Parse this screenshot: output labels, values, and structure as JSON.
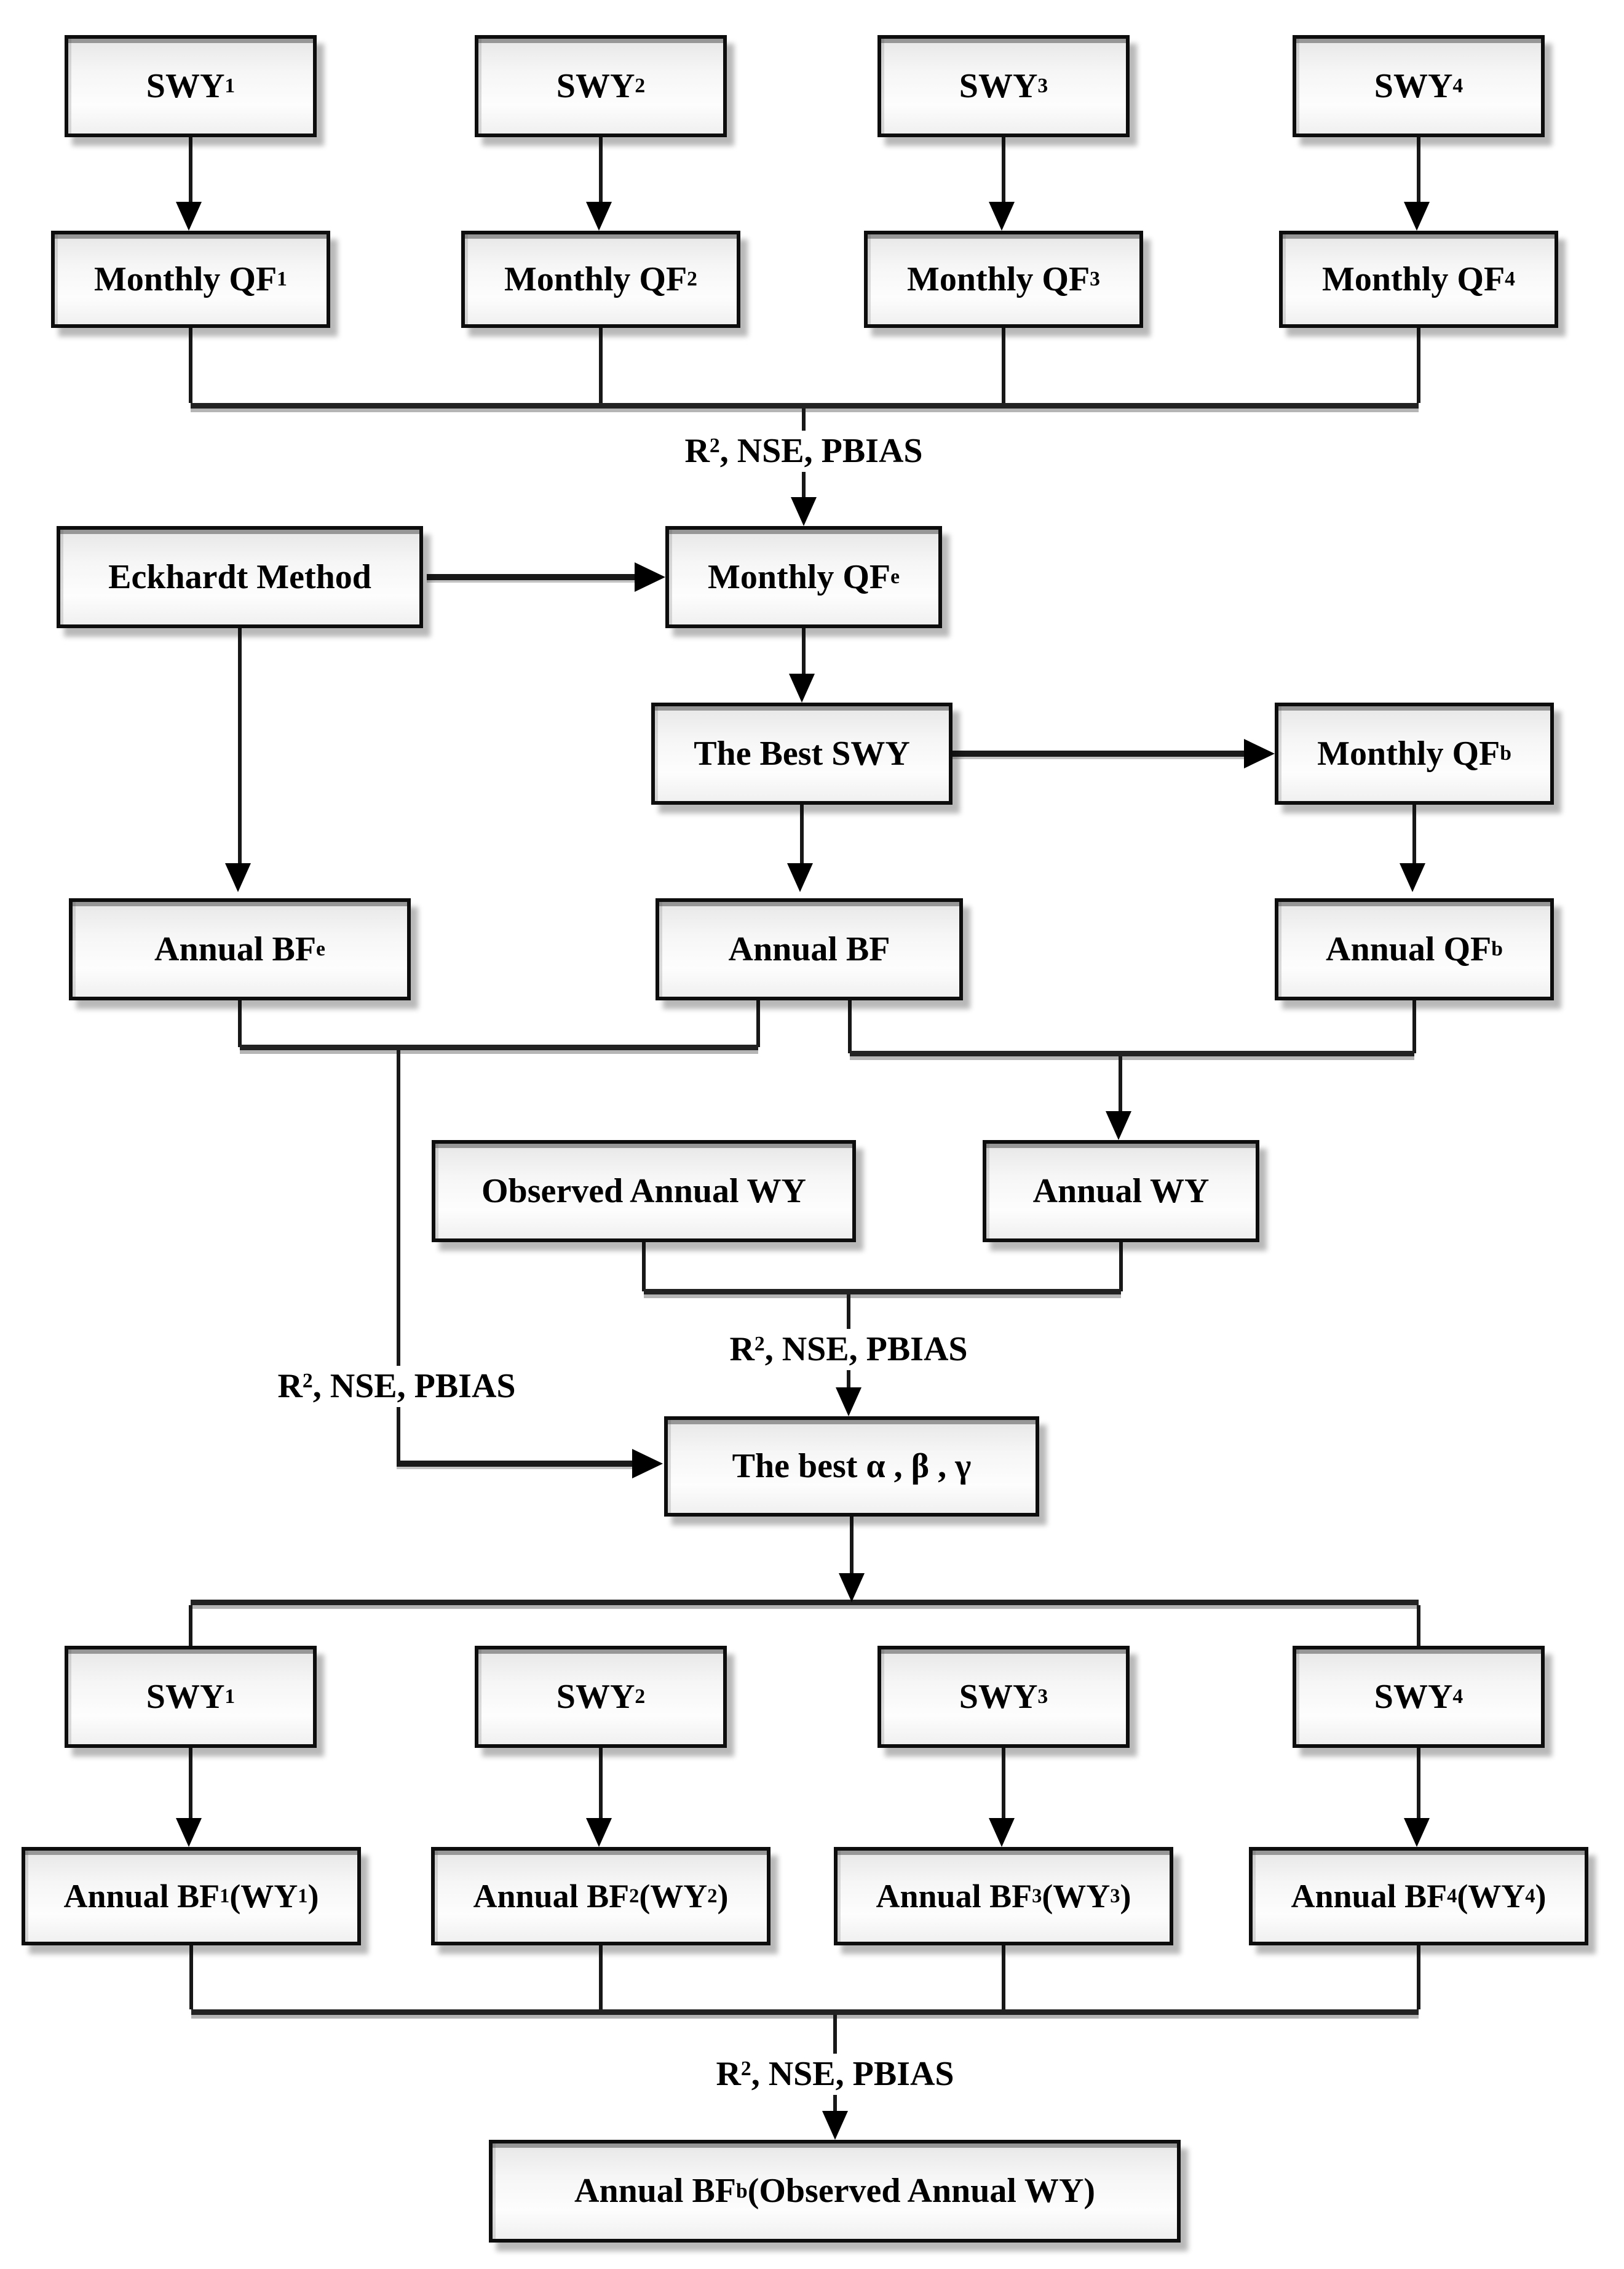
{
  "colors": {
    "background": "#ffffff",
    "line": "#181818",
    "box_border": "#0d0d0d",
    "box_fill_top": "#e7e7e7",
    "box_fill_bottom": "#f0f0f0",
    "text": "#000000",
    "shadow": "#9a9a9a"
  },
  "labels": {
    "metrics": [
      {
        "t": "R"
      },
      {
        "t": "2",
        "s": "sup"
      },
      {
        "t": ", NSE, PBIAS"
      }
    ]
  },
  "nodes": {
    "swy1": [
      {
        "t": "SWY"
      },
      {
        "t": "1",
        "s": "sub"
      }
    ],
    "swy2": [
      {
        "t": "SWY"
      },
      {
        "t": "2",
        "s": "sub"
      }
    ],
    "swy3": [
      {
        "t": "SWY"
      },
      {
        "t": "3",
        "s": "sub"
      }
    ],
    "swy4": [
      {
        "t": "SWY"
      },
      {
        "t": "4",
        "s": "sub"
      }
    ],
    "qf1": [
      {
        "t": "Monthly QF"
      },
      {
        "t": "1",
        "s": "sub"
      }
    ],
    "qf2": [
      {
        "t": "Monthly QF"
      },
      {
        "t": "2",
        "s": "sub"
      }
    ],
    "qf3": [
      {
        "t": "Monthly QF"
      },
      {
        "t": "3",
        "s": "sub"
      }
    ],
    "qf4": [
      {
        "t": "Monthly QF"
      },
      {
        "t": "4",
        "s": "sub"
      }
    ],
    "eckhardt": [
      {
        "t": "Eckhardt Method"
      }
    ],
    "qfe": [
      {
        "t": "Monthly QF"
      },
      {
        "t": "e",
        "s": "sub"
      }
    ],
    "best_swy": [
      {
        "t": "The Best SWY"
      }
    ],
    "qfb_monthly": [
      {
        "t": "Monthly QF"
      },
      {
        "t": "b",
        "s": "sub"
      }
    ],
    "bfe": [
      {
        "t": "Annual BF"
      },
      {
        "t": "e",
        "s": "sub"
      }
    ],
    "bf": [
      {
        "t": "Annual BF"
      }
    ],
    "qfb_annual": [
      {
        "t": "Annual QF"
      },
      {
        "t": "b",
        "s": "sub"
      }
    ],
    "observed_wy": [
      {
        "t": "Observed Annual  WY"
      }
    ],
    "annual_wy": [
      {
        "t": "Annual WY"
      }
    ],
    "best_abg": [
      {
        "t": "The best  α , β , γ"
      }
    ],
    "bf1": [
      {
        "t": "Annual BF"
      },
      {
        "t": "1",
        "s": "sub"
      },
      {
        "t": " (WY"
      },
      {
        "t": "1",
        "s": "sub"
      },
      {
        "t": ")"
      }
    ],
    "bf2": [
      {
        "t": "Annual BF"
      },
      {
        "t": "2",
        "s": "sub"
      },
      {
        "t": " (WY"
      },
      {
        "t": "2",
        "s": "sub"
      },
      {
        "t": ")"
      }
    ],
    "bf3": [
      {
        "t": "Annual BF"
      },
      {
        "t": "3",
        "s": "sub"
      },
      {
        "t": " (WY"
      },
      {
        "t": "3",
        "s": "sub"
      },
      {
        "t": ")"
      }
    ],
    "bf4": [
      {
        "t": "Annual BF"
      },
      {
        "t": "4",
        "s": "sub"
      },
      {
        "t": " (WY"
      },
      {
        "t": "4",
        "s": "sub"
      },
      {
        "t": ")"
      }
    ],
    "bfb": [
      {
        "t": "Annual BF"
      },
      {
        "t": "b",
        "s": "sub"
      },
      {
        "t": " (Observed Annual WY)"
      }
    ]
  }
}
